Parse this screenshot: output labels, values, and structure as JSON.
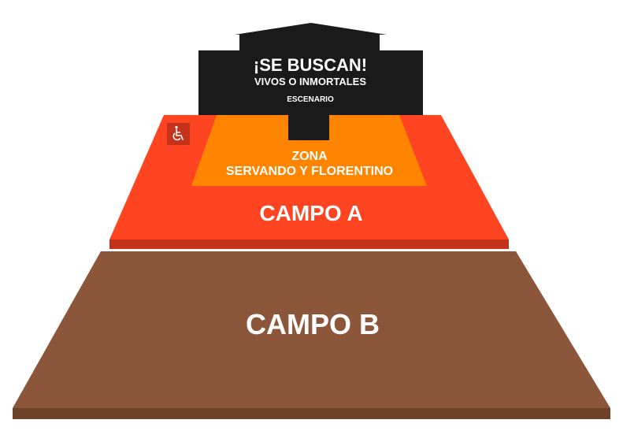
{
  "stage": {
    "title": "¡SE BUSCAN!",
    "subtitle": "VIVOS O INMORTALES",
    "label": "ESCENARIO",
    "color": "#1a1a1a"
  },
  "zones": {
    "servando": {
      "line1": "ZONA",
      "line2": "SERVANDO Y FLORENTINO",
      "color": "#ff8400"
    },
    "campo_a": {
      "label": "CAMPO A",
      "color": "#ff4422",
      "edge_color": "#c4321b"
    },
    "campo_b": {
      "label": "CAMPO B",
      "color": "#8b5639",
      "edge_color": "#6e4129"
    }
  },
  "accessibility": {
    "icon": "wheelchair-icon",
    "color": "#c4321b"
  }
}
